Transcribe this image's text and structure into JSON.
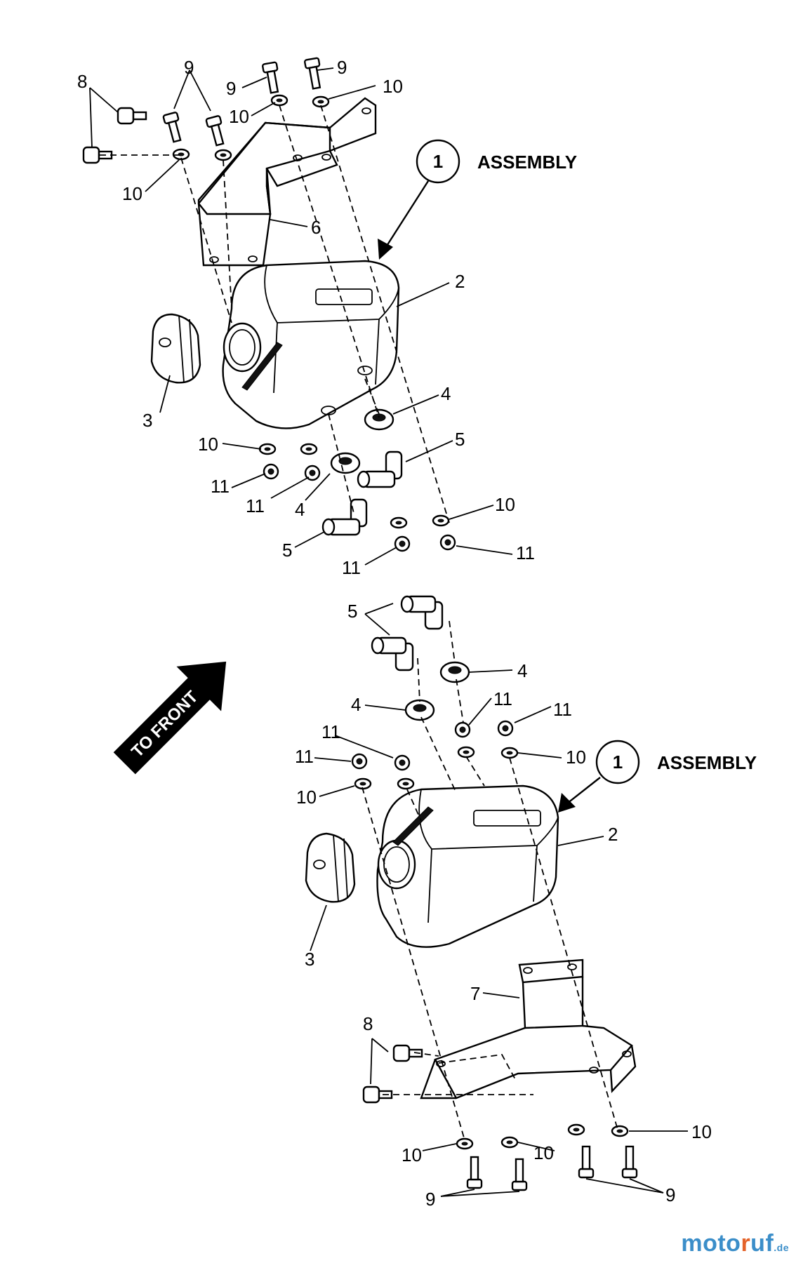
{
  "callouts": {
    "assembly_top": {
      "number": "1",
      "text": "ASSEMBLY"
    },
    "assembly_bottom": {
      "number": "1",
      "text": "ASSEMBLY"
    }
  },
  "direction_arrow": {
    "text": "TO FRONT"
  },
  "labels": {
    "top": {
      "p8": "8",
      "p9a": "9",
      "p9b": "9",
      "p9c": "9",
      "p10a": "10",
      "p10b": "10",
      "p10c": "10",
      "p6": "6",
      "p2": "2",
      "p3": "3",
      "p4a": "4",
      "p5a": "5",
      "p10d": "10",
      "p11a": "11",
      "p11b": "11",
      "p4b": "4",
      "p10e": "10",
      "p5b": "5",
      "p11c": "11",
      "p11d": "11"
    },
    "bottom": {
      "p5": "5",
      "p4a": "4",
      "p4b": "4",
      "p11a": "11",
      "p11b": "11",
      "p11c": "11",
      "p11d": "11",
      "p10a": "10",
      "p10b": "10",
      "p2": "2",
      "p3": "3",
      "p7": "7",
      "p8": "8",
      "p10c": "10",
      "p10d": "10",
      "p10e": "10",
      "p9a": "9",
      "p9b": "9"
    }
  },
  "watermark": {
    "part1": "moto",
    "part2": "r",
    "part3": "uf",
    "tld": ".de"
  }
}
